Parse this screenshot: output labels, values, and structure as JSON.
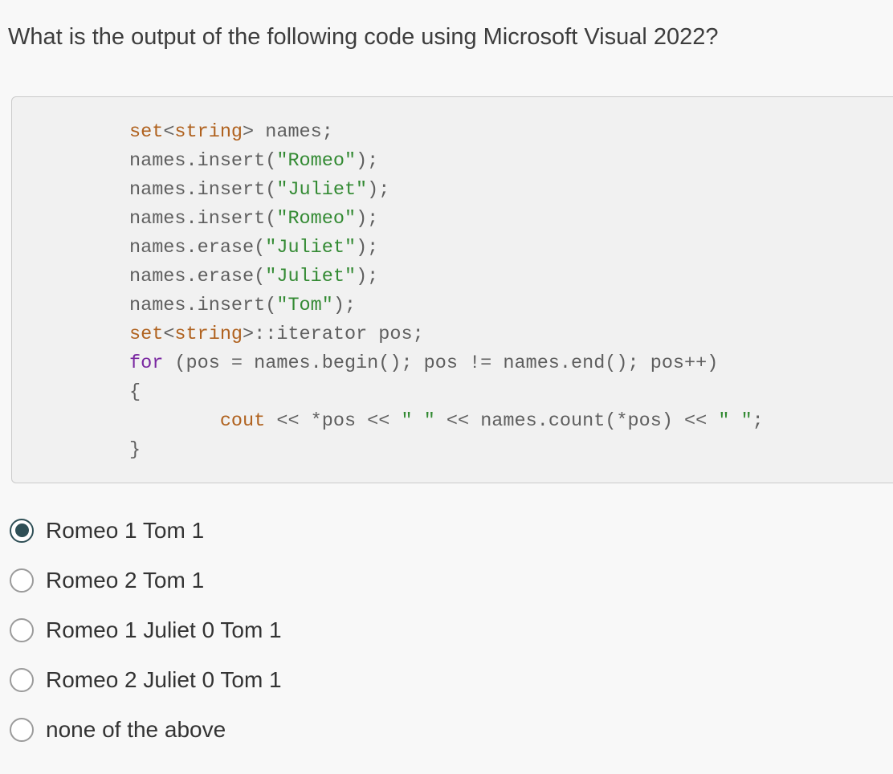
{
  "page": {
    "background": "#f8f8f8"
  },
  "question": {
    "title": "What is the output of the following code using Microsoft Visual 2022?"
  },
  "code_block": {
    "language": "cpp",
    "colors": {
      "plain": "#5f5f5f",
      "type_keyword": "#b0621f",
      "string": "#338a33",
      "control_keyword": "#7a28a1",
      "background": "#f1f1f1",
      "border": "#cbcbcb"
    },
    "lines": [
      [
        {
          "text": "set",
          "style": "type"
        },
        {
          "text": "<",
          "style": "plain"
        },
        {
          "text": "string",
          "style": "type"
        },
        {
          "text": "> names;",
          "style": "plain"
        }
      ],
      [
        {
          "text": "names.insert(",
          "style": "plain"
        },
        {
          "text": "\"Romeo\"",
          "style": "string"
        },
        {
          "text": ");",
          "style": "plain"
        }
      ],
      [
        {
          "text": "names.insert(",
          "style": "plain"
        },
        {
          "text": "\"Juliet\"",
          "style": "string"
        },
        {
          "text": ");",
          "style": "plain"
        }
      ],
      [
        {
          "text": "names.insert(",
          "style": "plain"
        },
        {
          "text": "\"Romeo\"",
          "style": "string"
        },
        {
          "text": ");",
          "style": "plain"
        }
      ],
      [
        {
          "text": "names.erase(",
          "style": "plain"
        },
        {
          "text": "\"Juliet\"",
          "style": "string"
        },
        {
          "text": ");",
          "style": "plain"
        }
      ],
      [
        {
          "text": "names.erase(",
          "style": "plain"
        },
        {
          "text": "\"Juliet\"",
          "style": "string"
        },
        {
          "text": ");",
          "style": "plain"
        }
      ],
      [
        {
          "text": "names.insert(",
          "style": "plain"
        },
        {
          "text": "\"Tom\"",
          "style": "string"
        },
        {
          "text": ");",
          "style": "plain"
        }
      ],
      [
        {
          "text": "set",
          "style": "type"
        },
        {
          "text": "<",
          "style": "plain"
        },
        {
          "text": "string",
          "style": "type"
        },
        {
          "text": ">::iterator pos;",
          "style": "plain"
        }
      ],
      [
        {
          "text": "for",
          "style": "control"
        },
        {
          "text": " (pos = names.begin(); pos != names.end(); pos++)",
          "style": "plain"
        }
      ],
      [
        {
          "text": "{",
          "style": "plain"
        }
      ],
      [
        {
          "text": "        ",
          "style": "plain"
        },
        {
          "text": "cout",
          "style": "type"
        },
        {
          "text": " << *pos << ",
          "style": "plain"
        },
        {
          "text": "\" \"",
          "style": "string"
        },
        {
          "text": " << names.count(*pos) << ",
          "style": "plain"
        },
        {
          "text": "\" \"",
          "style": "string"
        },
        {
          "text": ";",
          "style": "plain"
        }
      ],
      [
        {
          "text": "}",
          "style": "plain"
        }
      ]
    ]
  },
  "options": [
    {
      "label": "Romeo 1 Tom 1",
      "selected": true
    },
    {
      "label": "Romeo 2 Tom 1",
      "selected": false
    },
    {
      "label": "Romeo 1 Juliet 0 Tom 1",
      "selected": false
    },
    {
      "label": "Romeo 2 Juliet 0 Tom 1",
      "selected": false
    },
    {
      "label": "none of the above",
      "selected": false
    }
  ],
  "radio": {
    "selected_color": "#2f4f56",
    "unselected_border": "#9b9b9b"
  }
}
